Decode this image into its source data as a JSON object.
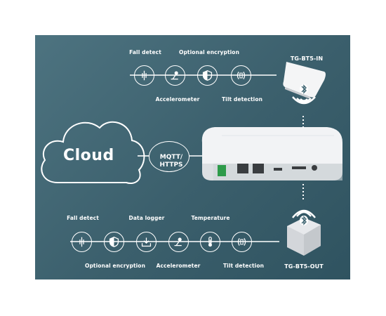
{
  "top_row": {
    "labels_above": {
      "fall_detect": "Fall detect",
      "optional_encryption": "Optional encryption"
    },
    "labels_below": {
      "accelerometer": "Accelerometer",
      "tilt_detection": "Tilt detection"
    },
    "icons": [
      "fall-detect-icon",
      "accelerometer-icon",
      "shield-icon",
      "tilt-icon"
    ]
  },
  "sensor_in": {
    "name": "TG-BT5-IN"
  },
  "cloud": {
    "label": "Cloud"
  },
  "protocol": {
    "line1": "MQTT/",
    "line2": "HTTPS"
  },
  "bottom_row": {
    "labels_above": {
      "fall_detect": "Fall detect",
      "data_logger": "Data logger",
      "temperature": "Temperature"
    },
    "labels_below": {
      "optional_encryption": "Optional encryption",
      "accelerometer": "Accelerometer",
      "tilt_detection": "Tilt detection"
    },
    "icons": [
      "fall-detect-icon",
      "shield-icon",
      "data-logger-icon",
      "accelerometer-icon",
      "thermometer-icon",
      "tilt-icon"
    ]
  },
  "sensor_out": {
    "name": "TG-BT5-OUT"
  },
  "colors": {
    "background": "#3f6572",
    "foreground": "#ffffff",
    "device_body": "#eef0f2"
  }
}
